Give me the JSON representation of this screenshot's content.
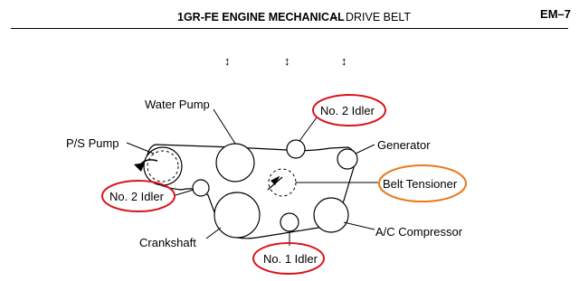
{
  "header": {
    "title": "1GR-FE ENGINE MECHANICAL",
    "separator": "–",
    "section": "DRIVE BELT",
    "page_number": "EM–7"
  },
  "arrows": [
    "↕",
    "↕",
    "↕"
  ],
  "labels": {
    "water_pump": "Water Pump",
    "ps_pump": "P/S Pump",
    "no2_idler_top": "No. 2 Idler",
    "generator": "Generator",
    "belt_tensioner": "Belt Tensioner",
    "no2_idler_left": "No. 2 Idler",
    "crankshaft": "Crankshaft",
    "ac_compressor": "A/C Compressor",
    "no1_idler": "No. 1 Idler"
  },
  "colors": {
    "highlight_red": "#d9141b",
    "highlight_orange": "#e87a1e",
    "line": "#000000"
  }
}
